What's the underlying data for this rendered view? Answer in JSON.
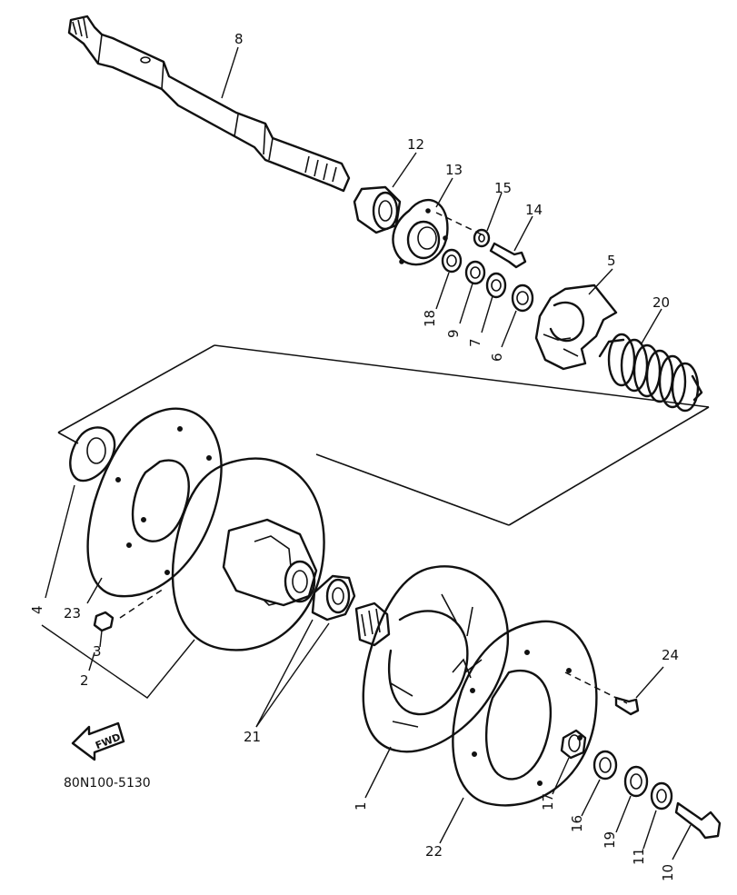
{
  "diagram": {
    "drawing_code": "80N100-5130",
    "direction_label": "FWD",
    "callouts": {
      "c1": "1",
      "c2": "2",
      "c3": "3",
      "c4": "4",
      "c5": "5",
      "c6": "6",
      "c7": "7",
      "c8": "8",
      "c9": "9",
      "c10": "10",
      "c11": "11",
      "c12": "12",
      "c13": "13",
      "c14": "14",
      "c15": "15",
      "c16": "16",
      "c17": "17",
      "c18": "18",
      "c19": "19",
      "c20": "20",
      "c21": "21",
      "c22": "22",
      "c23": "23",
      "c24": "24"
    },
    "line_color": "#111111",
    "background": "#ffffff"
  }
}
